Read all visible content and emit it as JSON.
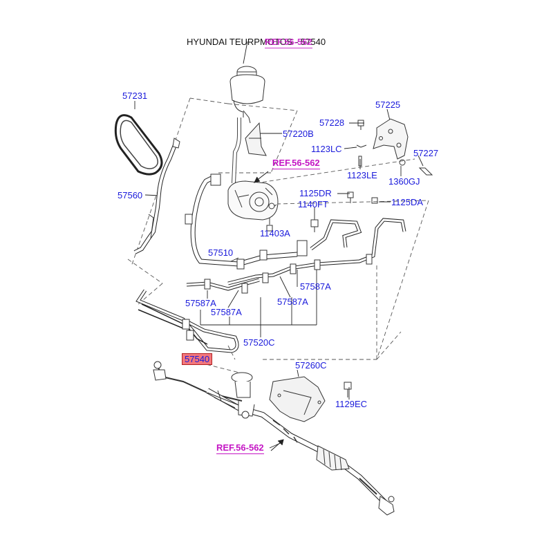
{
  "header": {
    "title": "HYUNDAI TEURPMOTOS - 57540",
    "ref_overlay": "REF.56-562"
  },
  "colors": {
    "label": "#1a1adb",
    "ref": "#c415c4",
    "highlight_fill": "#f3777c",
    "line": "#333333"
  },
  "refs": {
    "pump": "REF.56-562",
    "gear": "REF.56-562"
  },
  "highlighted_part": "57540",
  "parts": {
    "p57231": "57231",
    "p57220B": "57220B",
    "p57228": "57228",
    "p57225": "57225",
    "p1123LC": "1123LC",
    "p57227": "57227",
    "p1123LE": "1123LE",
    "p1360GJ": "1360GJ",
    "p57560": "57560",
    "p1125DR": "1125DR",
    "p1140FT": "1140FT",
    "p1125DA": "1125DA",
    "p11403A": "11403A",
    "p57510": "57510",
    "p57587A_1": "57587A",
    "p57587A_2": "57587A",
    "p57587A_3": "57587A",
    "p57587A_4": "57587A",
    "p57520C": "57520C",
    "p57260C": "57260C",
    "p1129EC": "1129EC"
  }
}
